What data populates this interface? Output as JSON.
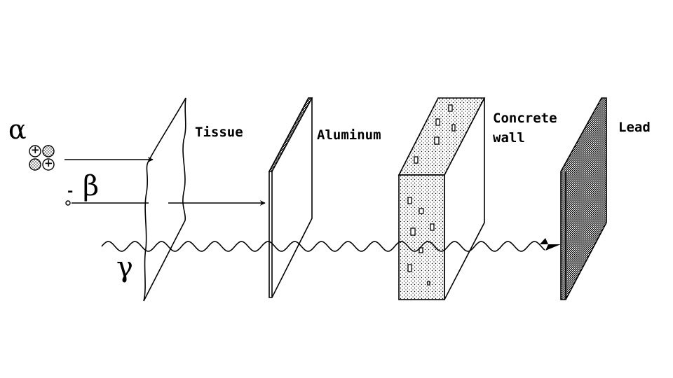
{
  "labels": {
    "tissue": "Tissue",
    "aluminum": "Aluminum",
    "concrete_line1": "Concrete",
    "concrete_line2": "wall",
    "lead": "Lead"
  },
  "radiation": {
    "alpha_symbol": "α",
    "beta_symbol": "β",
    "beta_charge": "-",
    "gamma_symbol": "γ",
    "alpha_particle_signs": [
      "+",
      "+"
    ]
  },
  "colors": {
    "ink": "#000000",
    "background": "#ffffff"
  }
}
